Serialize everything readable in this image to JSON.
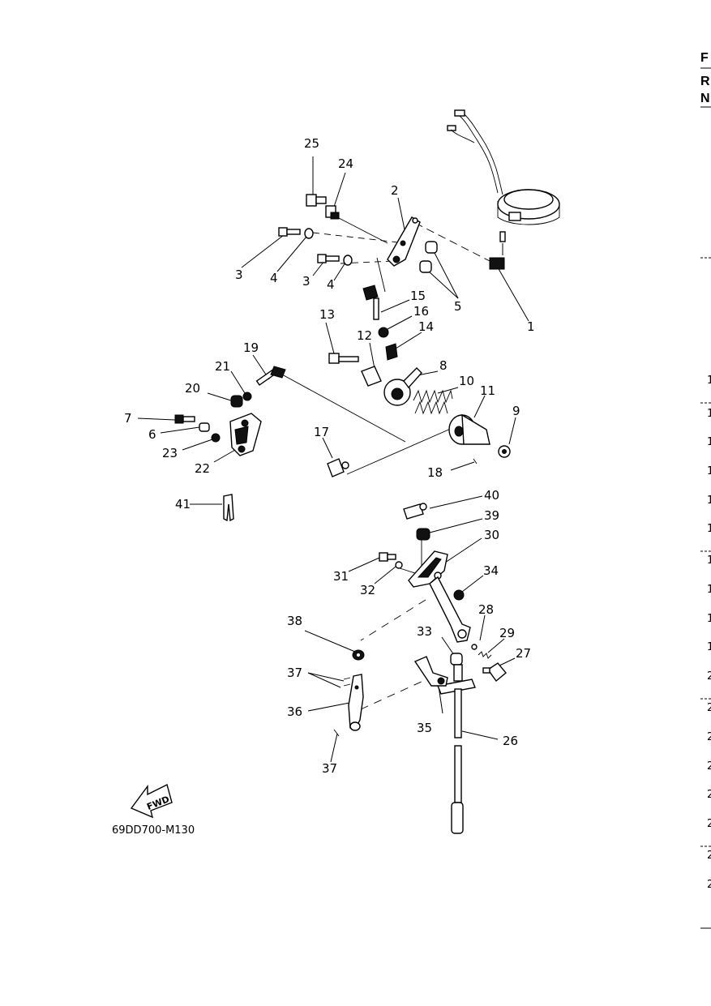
{
  "diagram": {
    "code": "69DD700-M130",
    "fwd_label": "FWD",
    "callouts": [
      "1",
      "2",
      "3",
      "3",
      "4",
      "4",
      "5",
      "6",
      "7",
      "8",
      "9",
      "10",
      "11",
      "12",
      "13",
      "14",
      "15",
      "16",
      "17",
      "18",
      "19",
      "20",
      "21",
      "22",
      "23",
      "24",
      "25",
      "26",
      "27",
      "28",
      "29",
      "30",
      "31",
      "32",
      "33",
      "34",
      "35",
      "36",
      "37",
      "37",
      "38",
      "39",
      "40",
      "41"
    ]
  },
  "right_column": {
    "header_letters": [
      "F",
      "R",
      "N"
    ],
    "row_digits": [
      "1",
      "1",
      "1",
      "1",
      "1",
      "1",
      "1",
      "1",
      "1",
      "1",
      "2",
      "2",
      "2",
      "2",
      "2",
      "2",
      "2",
      "2"
    ]
  }
}
